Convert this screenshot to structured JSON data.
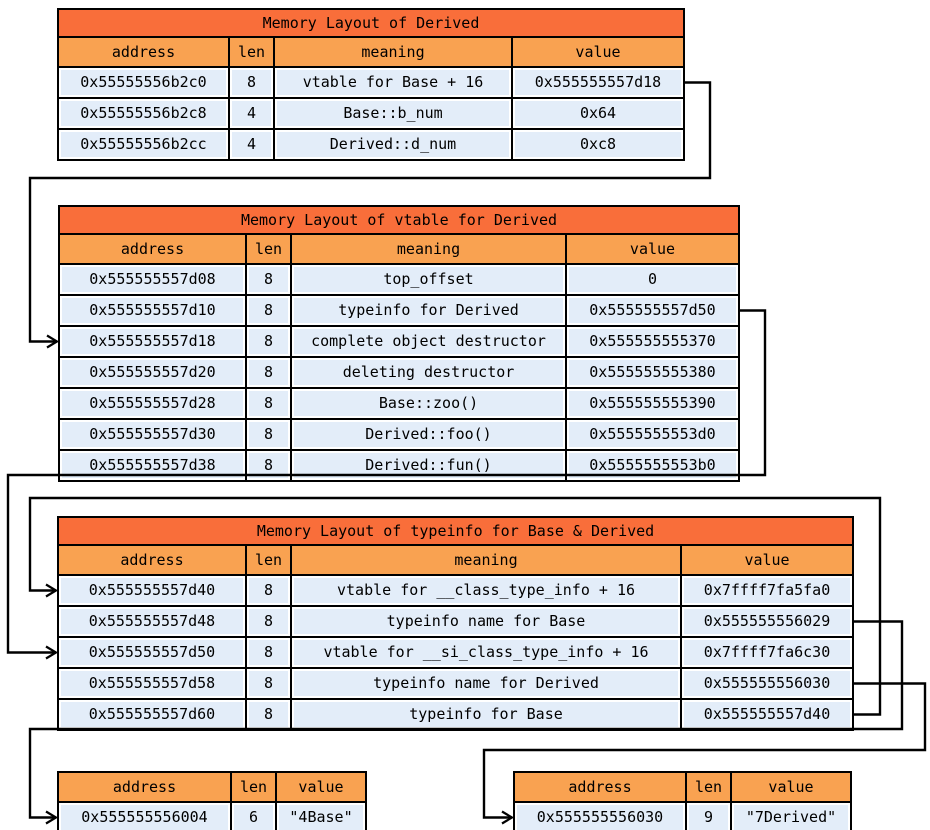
{
  "diagram_title": "C++ object / vtable / typeinfo memory layout diagram",
  "colors": {
    "title_band": "#f96e3a",
    "header_band": "#f9a251",
    "cell_fill": "#e3edf9",
    "border": "#000000",
    "background": "#ffffff"
  },
  "tables": [
    {
      "id": "derived-object",
      "title": "Memory Layout of Derived",
      "columns": [
        "address",
        "len",
        "meaning",
        "value"
      ],
      "rows": [
        [
          "0x55555556b2c0",
          "8",
          "vtable for Base + 16",
          "0x555555557d18"
        ],
        [
          "0x55555556b2c8",
          "4",
          "Base::b_num",
          "0x64"
        ],
        [
          "0x55555556b2cc",
          "4",
          "Derived::d_num",
          "0xc8"
        ]
      ]
    },
    {
      "id": "vtable-derived",
      "title": "Memory Layout of vtable for Derived",
      "columns": [
        "address",
        "len",
        "meaning",
        "value"
      ],
      "rows": [
        [
          "0x555555557d08",
          "8",
          "top_offset",
          "0"
        ],
        [
          "0x555555557d10",
          "8",
          "typeinfo for Derived",
          "0x555555557d50"
        ],
        [
          "0x555555557d18",
          "8",
          "complete object destructor",
          "0x555555555370"
        ],
        [
          "0x555555557d20",
          "8",
          "deleting destructor",
          "0x555555555380"
        ],
        [
          "0x555555557d28",
          "8",
          "Base::zoo()",
          "0x555555555390"
        ],
        [
          "0x555555557d30",
          "8",
          "Derived::foo()",
          "0x5555555553d0"
        ],
        [
          "0x555555557d38",
          "8",
          "Derived::fun()",
          "0x5555555553b0"
        ]
      ]
    },
    {
      "id": "typeinfo-base-derived",
      "title": "Memory Layout of typeinfo for Base & Derived",
      "columns": [
        "address",
        "len",
        "meaning",
        "value"
      ],
      "rows": [
        [
          "0x555555557d40",
          "8",
          "vtable for __class_type_info + 16",
          "0x7ffff7fa5fa0"
        ],
        [
          "0x555555557d48",
          "8",
          "typeinfo name for Base",
          "0x555555556029"
        ],
        [
          "0x555555557d50",
          "8",
          "vtable for __si_class_type_info + 16",
          "0x7ffff7fa6c30"
        ],
        [
          "0x555555557d58",
          "8",
          "typeinfo name for Derived",
          "0x555555556030"
        ],
        [
          "0x555555557d60",
          "8",
          "typeinfo for Base",
          "0x555555557d40"
        ]
      ]
    },
    {
      "id": "string-base",
      "title": null,
      "columns": [
        "address",
        "len",
        "value"
      ],
      "rows": [
        [
          "0x555555556004",
          "6",
          "\"4Base\""
        ]
      ]
    },
    {
      "id": "string-derived",
      "title": null,
      "columns": [
        "address",
        "len",
        "value"
      ],
      "rows": [
        [
          "0x555555556030",
          "9",
          "\"7Derived\""
        ]
      ]
    }
  ],
  "connections": [
    {
      "from_table": 0,
      "from_row": 0,
      "to_table": 1,
      "to_row": 2
    },
    {
      "from_table": 1,
      "from_row": 1,
      "to_table": 2,
      "to_row": 2
    },
    {
      "from_table": 2,
      "from_row": 4,
      "to_table": 2,
      "to_row": 0
    },
    {
      "from_table": 2,
      "from_row": 1,
      "to_table": 3,
      "to_row": 0
    },
    {
      "from_table": 2,
      "from_row": 3,
      "to_table": 4,
      "to_row": 0
    }
  ]
}
